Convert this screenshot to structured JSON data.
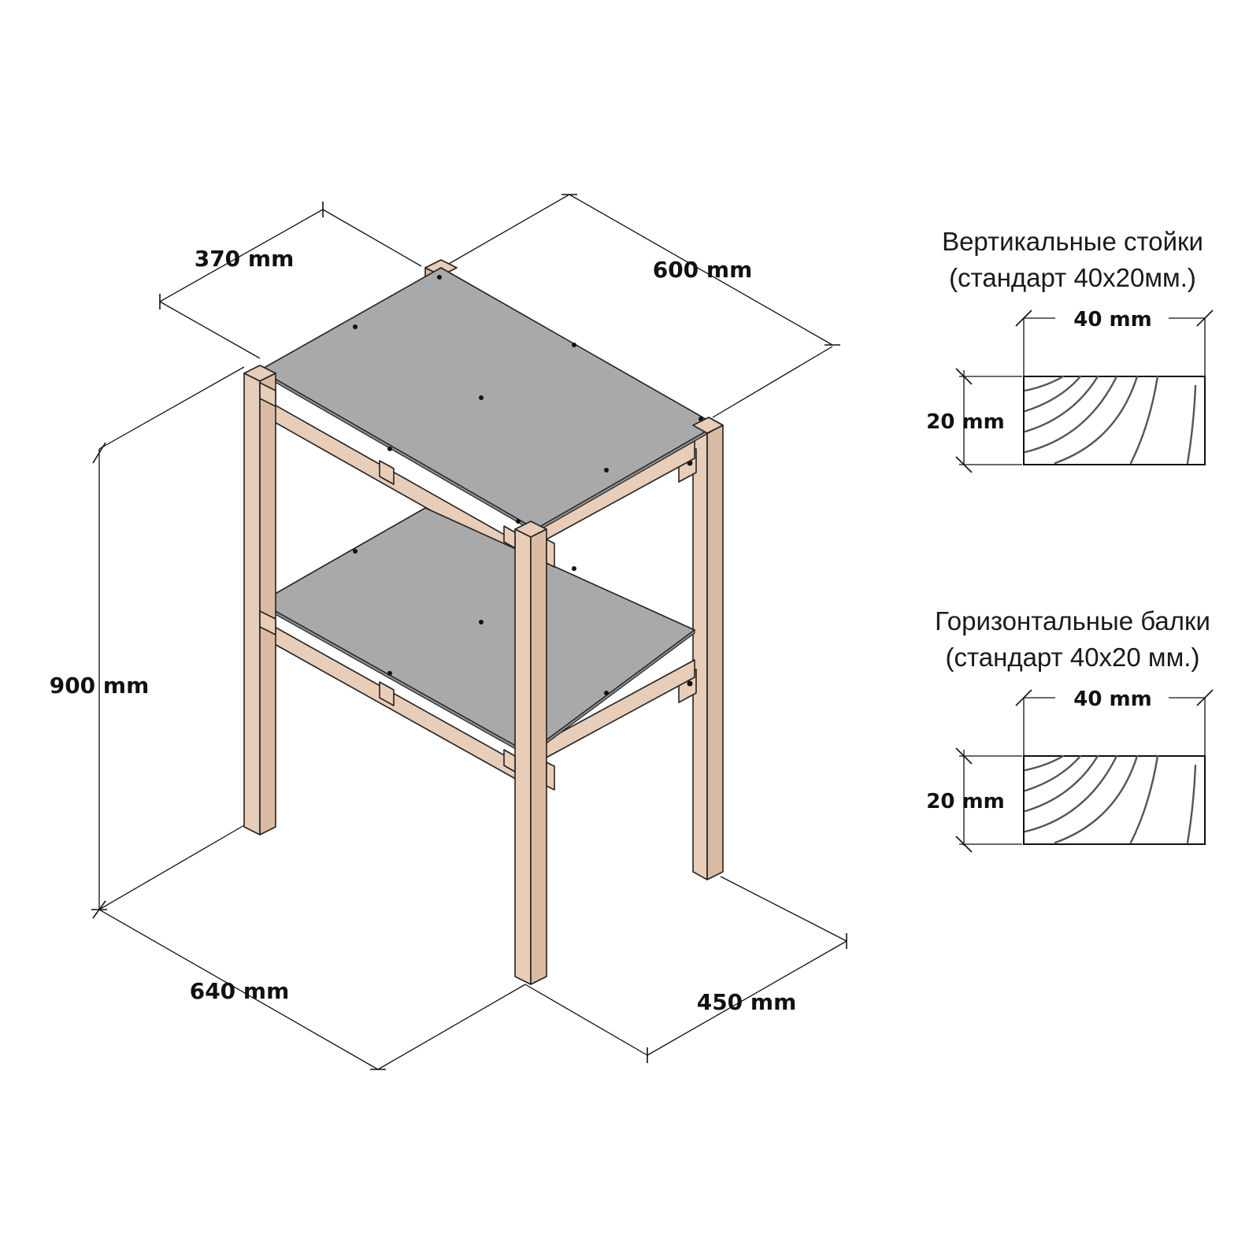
{
  "dimensions": {
    "depth_top": "370 mm",
    "width_top": "600 mm",
    "height": "900 mm",
    "width_bottom": "640 mm",
    "depth_bottom": "450 mm"
  },
  "sections": [
    {
      "title_line1": "Вертикальные стойки",
      "title_line2": "(стандарт 40х20мм.)",
      "width_label": "40 mm",
      "height_label": "20 mm"
    },
    {
      "title_line1": "Горизонтальные балки",
      "title_line2": "(стандарт 40х20 мм.)",
      "width_label": "40 mm",
      "height_label": "20 mm"
    }
  ],
  "colors": {
    "wood": "#e8cdb8",
    "shelf": "#a9a9a9",
    "line": "#111111"
  }
}
